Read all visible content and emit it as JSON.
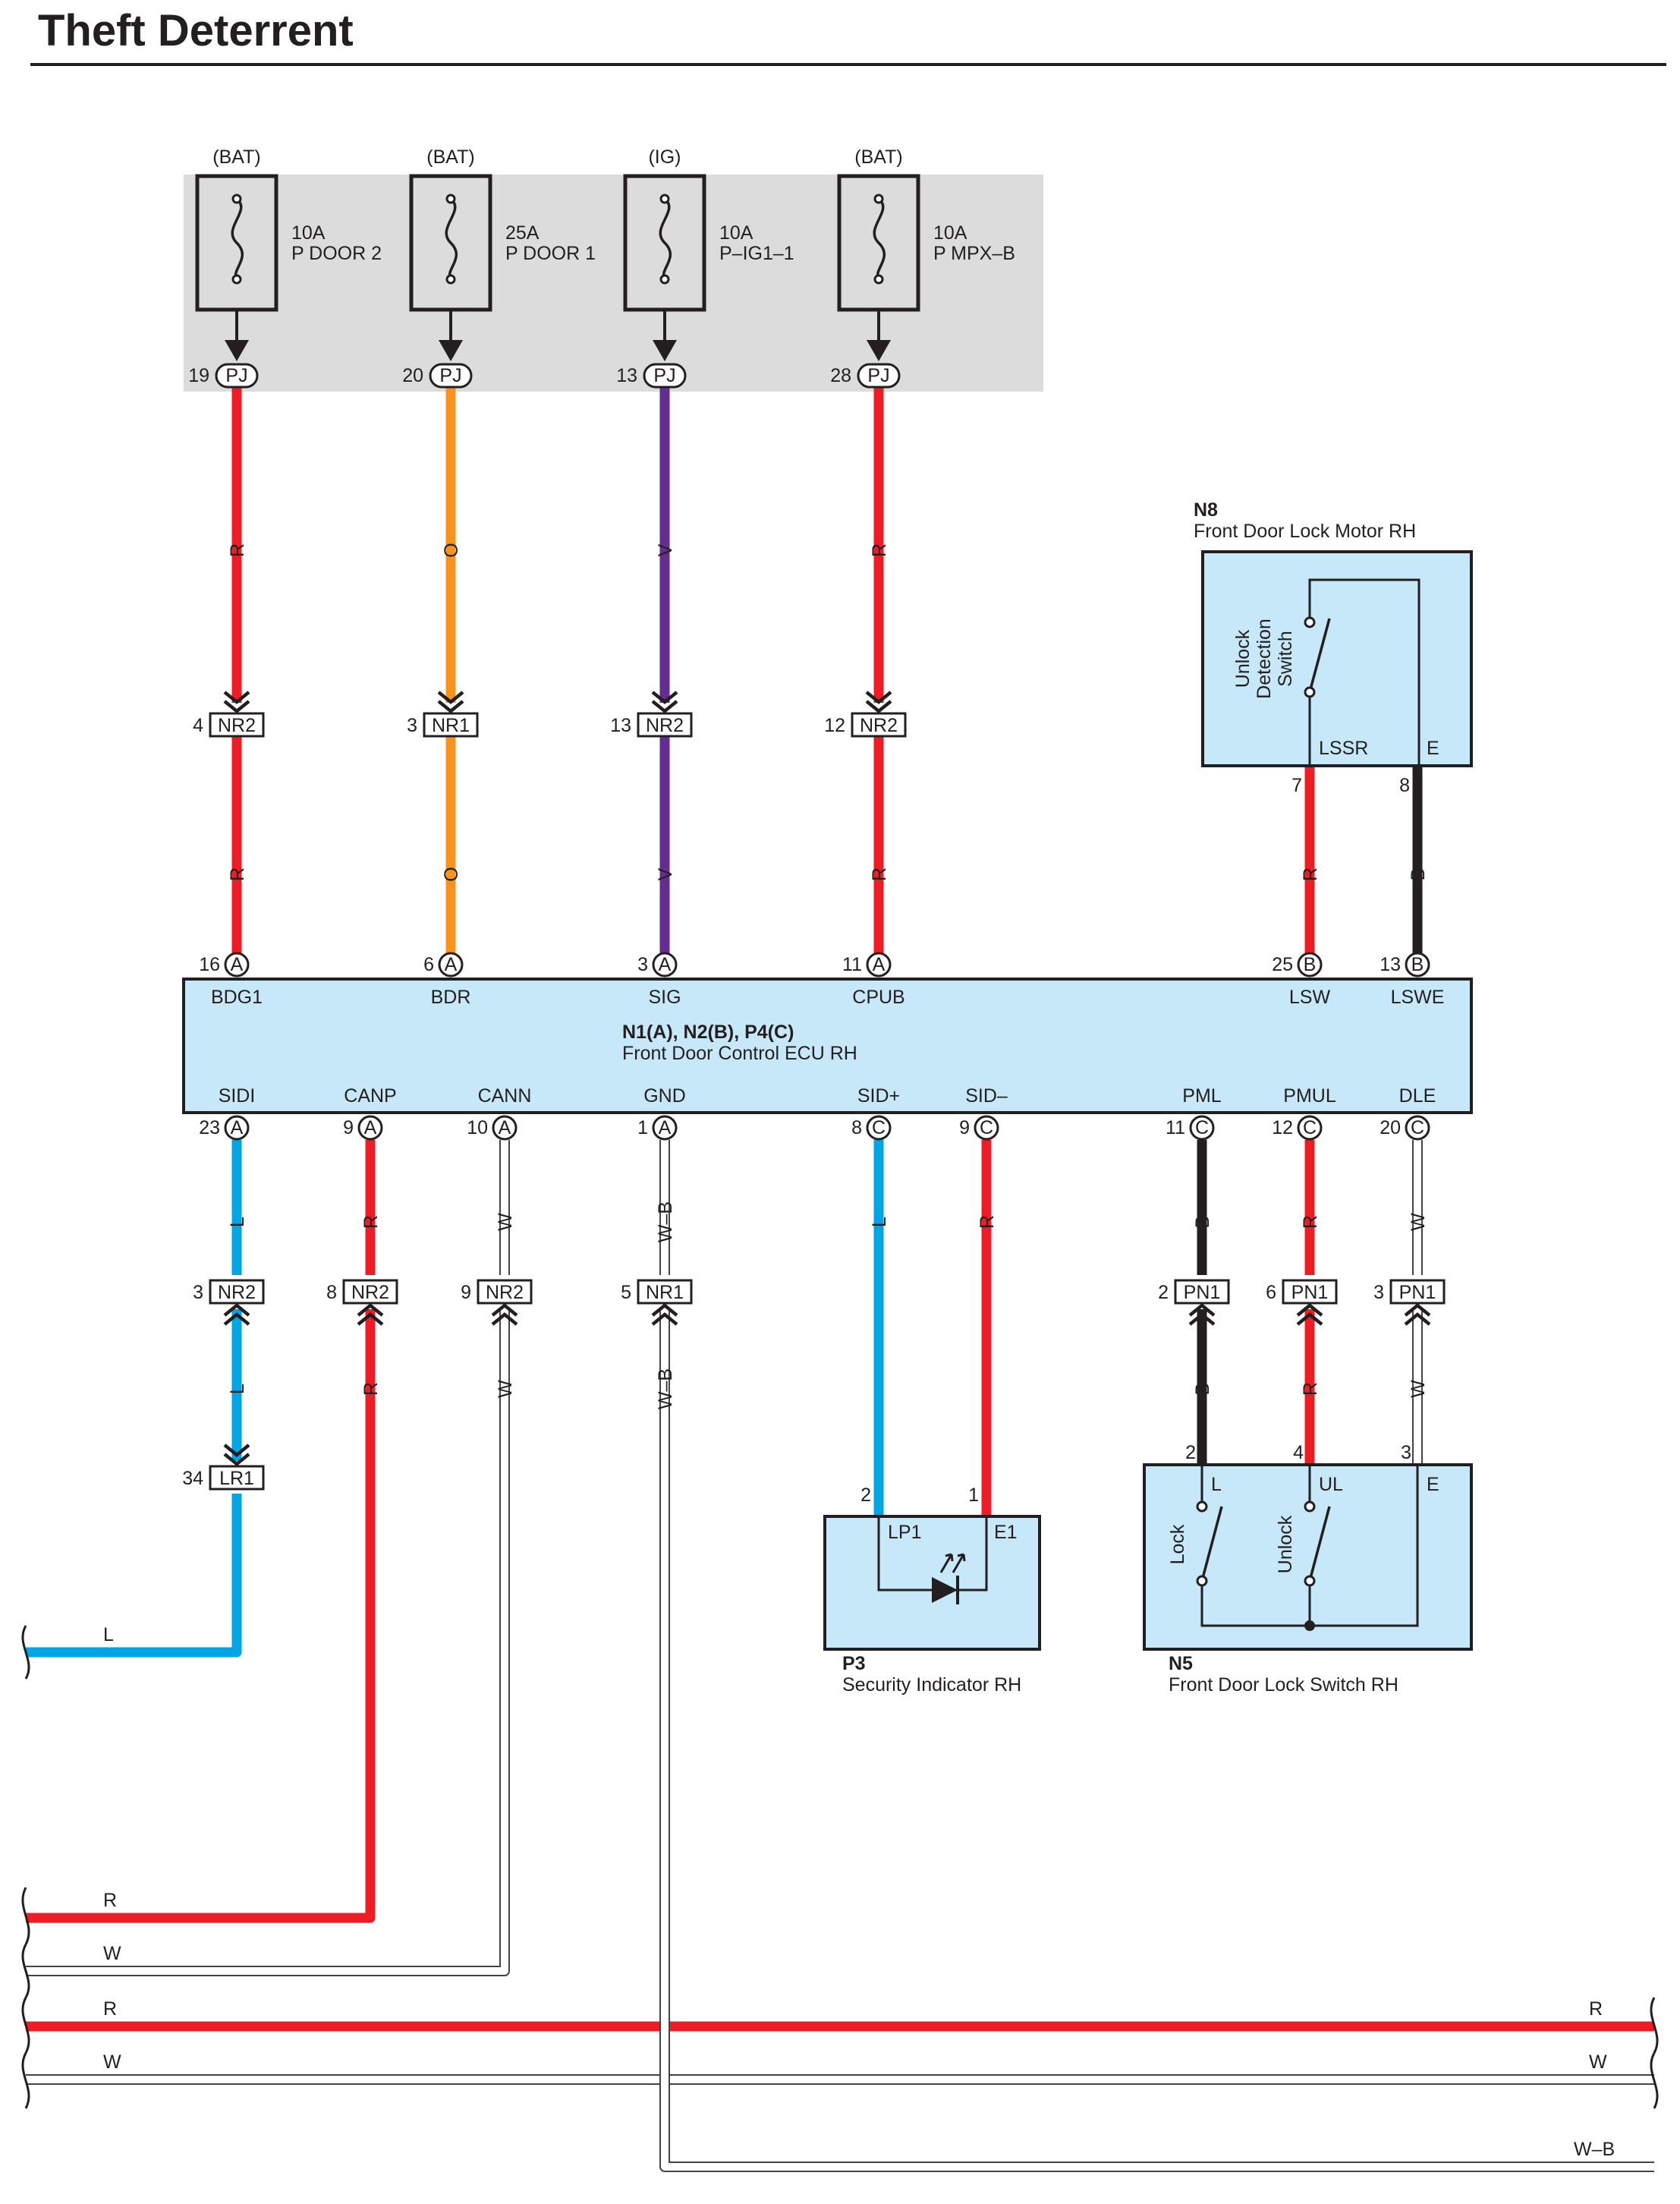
{
  "title": "Theft Deterrent",
  "colors": {
    "R": "#ee1c25",
    "O": "#f7941d",
    "V": "#662d91",
    "L": "#00a6e4",
    "B": "#231f20",
    "W": "#bfbfbf",
    "box": "#c7e8f8",
    "fusebox": "#dcdcdc"
  },
  "fuses": [
    {
      "source": "(BAT)",
      "rating": "10A",
      "name": "P DOOR 2",
      "pin": "19",
      "conn": "PJ",
      "wire": "R"
    },
    {
      "source": "(BAT)",
      "rating": "25A",
      "name": "P DOOR 1",
      "pin": "20",
      "conn": "PJ",
      "wire": "O"
    },
    {
      "source": "(IG)",
      "rating": "10A",
      "name": "P–IG1–1",
      "pin": "13",
      "conn": "PJ",
      "wire": "V"
    },
    {
      "source": "(BAT)",
      "rating": "10A",
      "name": "P MPX–B",
      "pin": "28",
      "conn": "PJ",
      "wire": "R"
    }
  ],
  "top_joints": [
    {
      "pin": "4",
      "conn": "NR2"
    },
    {
      "pin": "3",
      "conn": "NR1"
    },
    {
      "pin": "13",
      "conn": "NR2"
    },
    {
      "pin": "12",
      "conn": "NR2"
    }
  ],
  "ecu": {
    "code": "N1(A), N2(B), P4(C)",
    "name": "Front Door Control ECU RH",
    "top_pins": [
      {
        "pin": "16",
        "conn": "A",
        "label": "BDG1"
      },
      {
        "pin": "6",
        "conn": "A",
        "label": "BDR"
      },
      {
        "pin": "3",
        "conn": "A",
        "label": "SIG"
      },
      {
        "pin": "11",
        "conn": "A",
        "label": "CPUB"
      },
      {
        "pin": "25",
        "conn": "B",
        "label": "LSW"
      },
      {
        "pin": "13",
        "conn": "B",
        "label": "LSWE"
      }
    ],
    "bottom_pins": [
      {
        "pin": "23",
        "conn": "A",
        "label": "SIDI"
      },
      {
        "pin": "9",
        "conn": "A",
        "label": "CANP"
      },
      {
        "pin": "10",
        "conn": "A",
        "label": "CANN"
      },
      {
        "pin": "1",
        "conn": "A",
        "label": "GND"
      },
      {
        "pin": "8",
        "conn": "C",
        "label": "SID+"
      },
      {
        "pin": "9",
        "conn": "C",
        "label": "SID–"
      },
      {
        "pin": "11",
        "conn": "C",
        "label": "PML"
      },
      {
        "pin": "12",
        "conn": "C",
        "label": "PMUL"
      },
      {
        "pin": "20",
        "conn": "C",
        "label": "DLE"
      }
    ]
  },
  "lock_motor": {
    "code": "N8",
    "name": "Front Door Lock Motor RH",
    "switch_label": [
      "Unlock",
      "Detection",
      "Switch"
    ],
    "term_lssr": "LSSR",
    "term_e": "E",
    "pin_lssr": "7",
    "pin_e": "8",
    "wire_lssr": "R",
    "wire_e": "B"
  },
  "bottom_joints": [
    {
      "pin": "3",
      "conn": "NR2"
    },
    {
      "pin": "8",
      "conn": "NR2"
    },
    {
      "pin": "9",
      "conn": "NR2"
    },
    {
      "pin": "5",
      "conn": "NR1"
    },
    {
      "pin": "2",
      "conn": "PN1"
    },
    {
      "pin": "6",
      "conn": "PN1"
    },
    {
      "pin": "3",
      "conn": "PN1"
    }
  ],
  "lr_joint": {
    "pin": "34",
    "conn": "LR1"
  },
  "wire_labels": {
    "sidi": "L",
    "canp": "R",
    "cann": "W",
    "gnd": "W–B",
    "sidp": "L",
    "sidm": "R",
    "pml": "B",
    "pmul": "R",
    "dle": "W"
  },
  "security_indicator": {
    "code": "P3",
    "name": "Security Indicator RH",
    "term_lp1": "LP1",
    "term_e1": "E1",
    "pin_lp1": "2",
    "pin_e1": "1"
  },
  "lock_switch": {
    "code": "N5",
    "name": "Front Door Lock Switch RH",
    "term_l": "L",
    "term_ul": "UL",
    "term_e": "E",
    "pin_l": "2",
    "pin_ul": "4",
    "pin_e": "3",
    "lock_label": "Lock",
    "unlock_label": "Unlock"
  },
  "bus_labels": {
    "l": "L",
    "r1": "R",
    "w1": "W",
    "r2": "R",
    "w2": "W",
    "r2_right": "R",
    "w2_right": "W",
    "wb_right": "W–B"
  }
}
